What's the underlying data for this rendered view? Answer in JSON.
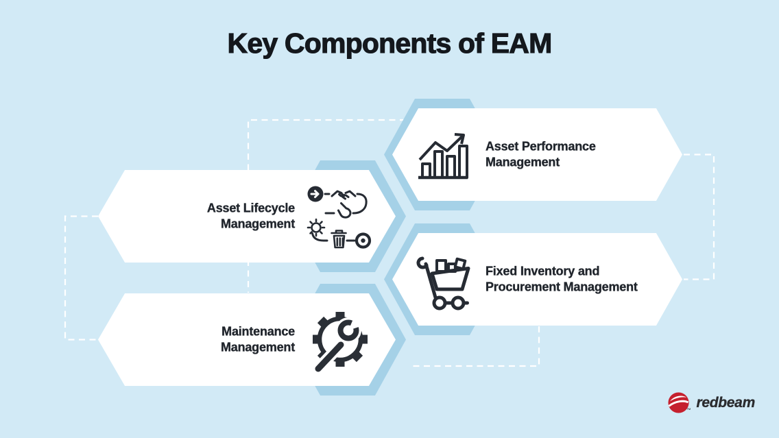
{
  "title": "Key Components of EAM",
  "colors": {
    "background": "#d2eaf6",
    "chevron_shadow": "#a5d1e7",
    "banner_fill": "#ffffff",
    "text": "#20252c",
    "title": "#14181d",
    "dashed_line": "#ffffff",
    "logo_red": "#c5202e",
    "logo_text": "#2a2b2e"
  },
  "banners": [
    {
      "id": "asset-performance",
      "line1": "Asset Performance",
      "line2": "Management",
      "icon": "bar-chart-growth-icon",
      "side": "right"
    },
    {
      "id": "asset-lifecycle",
      "line1": "Asset Lifecycle",
      "line2": "Management",
      "icon": "lifecycle-process-icon",
      "side": "left"
    },
    {
      "id": "fixed-inventory",
      "line1": "Fixed Inventory and",
      "line2": "Procurement Management",
      "icon": "shopping-cart-icon",
      "side": "right"
    },
    {
      "id": "maintenance",
      "line1": "Maintenance",
      "line2": "Management",
      "icon": "gear-wrench-icon",
      "side": "left"
    }
  ],
  "logo": {
    "brand": "redbeam",
    "trademark": "™"
  }
}
